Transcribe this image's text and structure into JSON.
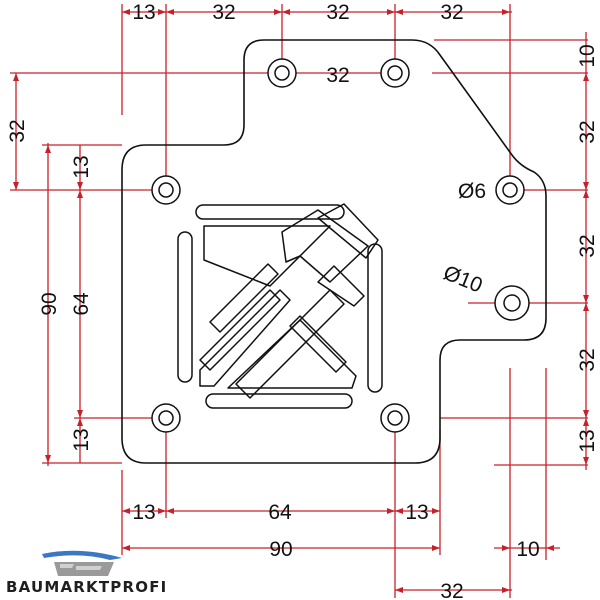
{
  "dimensions": {
    "top": [
      "13",
      "32",
      "32",
      "32"
    ],
    "top_inner": "32",
    "right": [
      "10",
      "32",
      "32",
      "32",
      "13"
    ],
    "left_outer_32": "32",
    "left_90": "90",
    "left_64": "64",
    "left_13_top": "13",
    "left_13_bottom": "13",
    "bottom_13_left": "13",
    "bottom_64": "64",
    "bottom_13_right": "13",
    "bottom_90": "90",
    "bottom_10": "10",
    "bottom_32": "32"
  },
  "hole_labels": {
    "small": "Ø6",
    "large": "Ø10"
  },
  "brand": {
    "name": "BAUMARKTPROFI"
  }
}
